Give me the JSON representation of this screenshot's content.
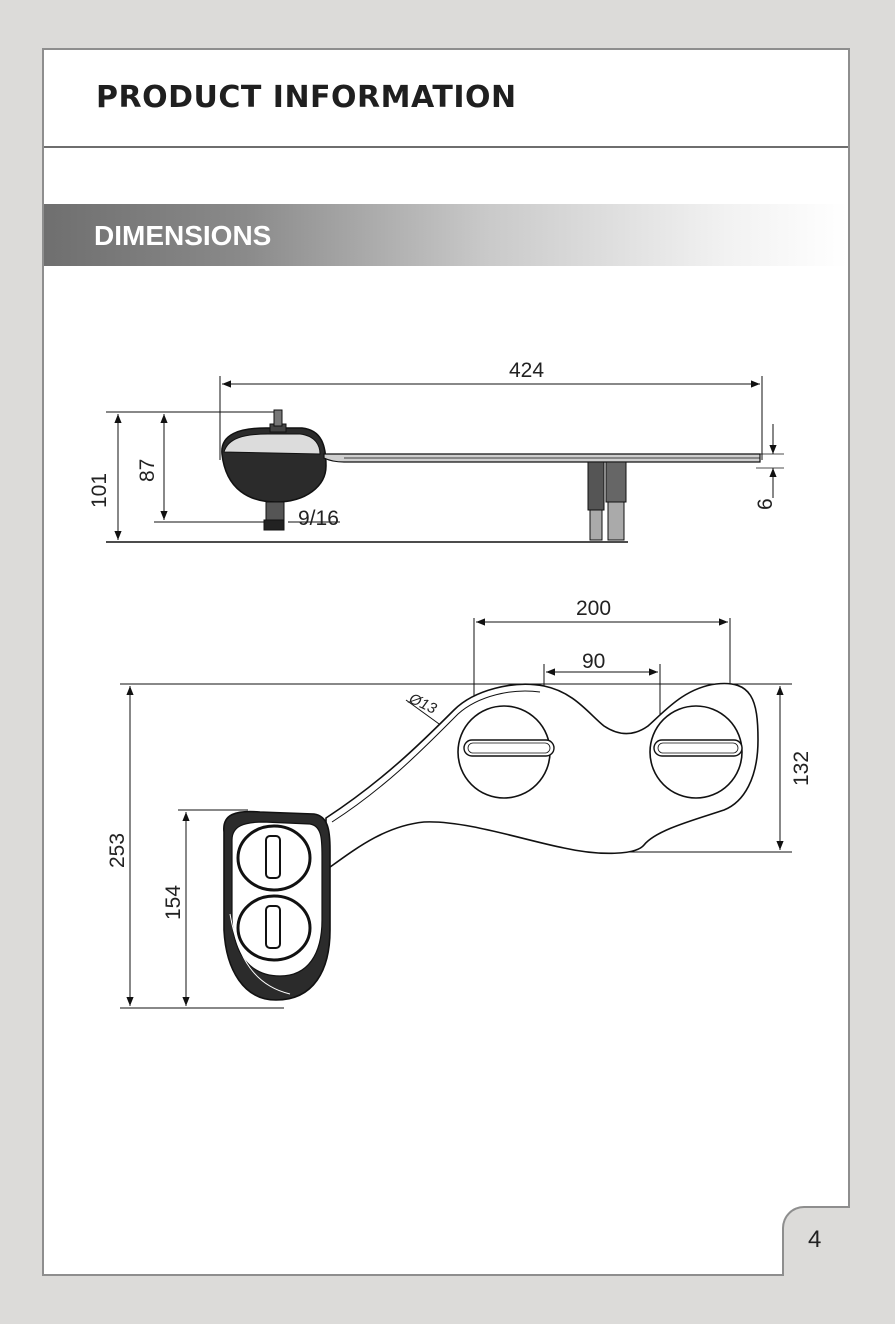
{
  "header": {
    "title": "PRODUCT INFORMATION"
  },
  "section": {
    "title": "DIMENSIONS"
  },
  "side_view": {
    "total_length": "424",
    "total_height": "101",
    "body_height": "87",
    "thread_size": "9/16",
    "plate_thickness": "6"
  },
  "top_view": {
    "slot_span": "200",
    "slot_gap": "90",
    "slot_diameter": "Ø13",
    "plate_depth": "132",
    "overall_depth": "253",
    "control_depth": "154"
  },
  "footer": {
    "page_number": "4"
  }
}
